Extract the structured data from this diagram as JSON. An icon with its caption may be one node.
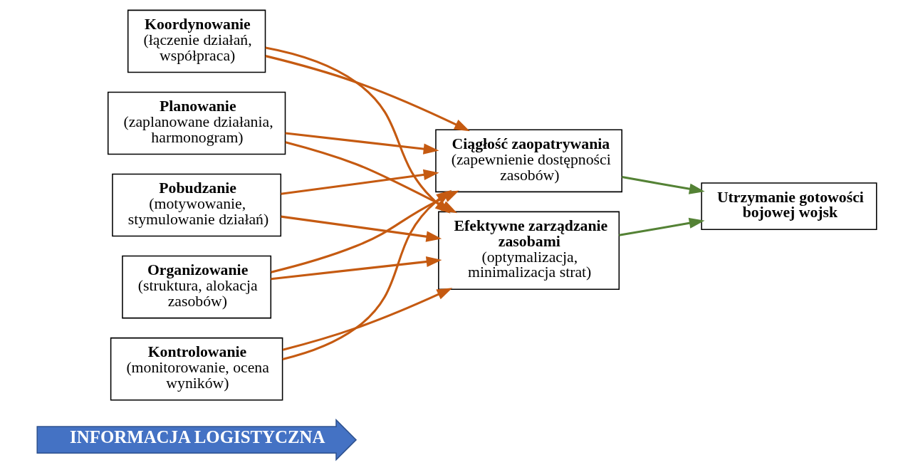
{
  "diagram": {
    "nodes": [
      {
        "text": [
          "INFORMACJA LOGISTYCZNA"
        ]
      },
      {
        "text": [
          "Planowanie",
          "(zaplanowane działania, harmonogram)"
        ]
      },
      {
        "text": [
          "Pobudzanie",
          "(motywowanie, stymulowanie działań)"
        ]
      },
      {
        "text": [
          "Organizowanie",
          "(struktura, alokacja zasobów)"
        ]
      },
      {
        "text": [
          "Kontrolowanie",
          "(monitorowanie, ocena wyników)"
        ]
      },
      {
        "text": [
          "Koordynowanie",
          "(łączenie działań, współpraca)"
        ]
      },
      {
        "text": [
          "Ciągłość zaopatrywania",
          "(zapewnienie dostępności zasobów)"
        ]
      },
      {
        "text": [
          "Efektywne zarządzanie zasobami",
          "(optymalizacja, minimalizacja strat)"
        ]
      },
      {
        "text": [
          "Utrzymanie gotowości bojowej wojsk"
        ]
      }
    ],
    "edges": [
      {
        "from": 1,
        "to": 6,
        "arrow": "to",
        "color": "#c55a11"
      },
      {
        "from": 1,
        "to": 7,
        "arrow": "to",
        "color": "#c55a11"
      },
      {
        "from": 2,
        "to": 6,
        "arrow": "to",
        "color": "#c55a11"
      },
      {
        "from": 2,
        "to": 7,
        "arrow": "to",
        "color": "#c55a11"
      },
      {
        "from": 3,
        "to": 6,
        "arrow": "to",
        "color": "#c55a11"
      },
      {
        "from": 3,
        "to": 7,
        "arrow": "to",
        "color": "#c55a11"
      },
      {
        "from": 4,
        "to": 6,
        "arrow": "to",
        "color": "#c55a11"
      },
      {
        "from": 4,
        "to": 7,
        "arrow": "to",
        "color": "#c55a11"
      },
      {
        "from": 5,
        "to": 6,
        "arrow": "to",
        "color": "#c55a11"
      },
      {
        "from": 5,
        "to": 7,
        "arrow": "to",
        "color": "#c55a11"
      },
      {
        "from": 6,
        "to": 8,
        "arrow": "to",
        "color": "#548235"
      },
      {
        "from": 7,
        "to": 8,
        "arrow": "to",
        "color": "#548235"
      }
    ]
  }
}
